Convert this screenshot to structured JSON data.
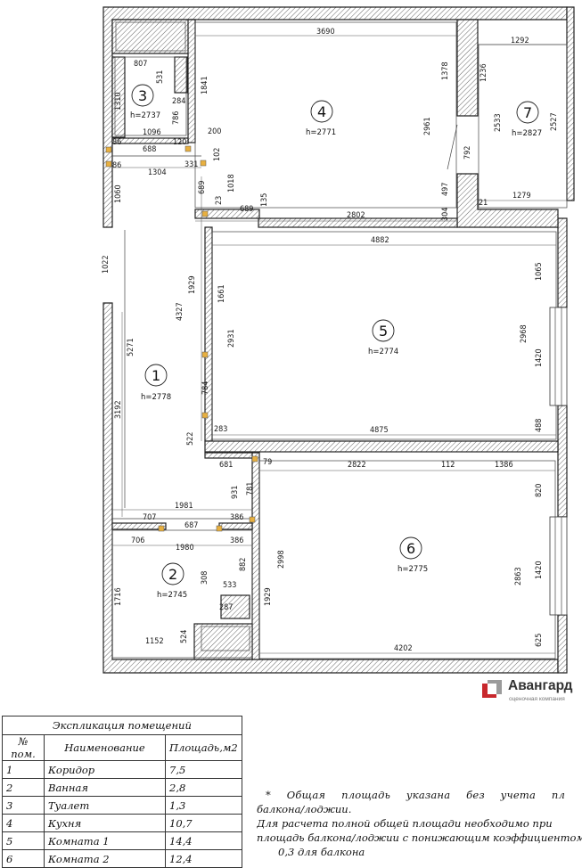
{
  "plan": {
    "rooms": [
      {
        "num": "1",
        "h": "h=2778"
      },
      {
        "num": "2",
        "h": "h=2745"
      },
      {
        "num": "3",
        "h": "h=2737"
      },
      {
        "num": "4",
        "h": "h=2771"
      },
      {
        "num": "5",
        "h": "h=2774"
      },
      {
        "num": "6",
        "h": "h=2775"
      },
      {
        "num": "7",
        "h": "h=2827"
      }
    ],
    "dims": {
      "d3690": "3690",
      "d1292": "1292",
      "d807": "807",
      "d531": "531",
      "d284": "284",
      "d1841": "1841",
      "d1310": "1310",
      "d786": "786",
      "d1096": "1096",
      "d200": "200",
      "d86a": "86",
      "d688": "688",
      "d120": "120",
      "d86b": "86",
      "d1304": "1304",
      "d331": "331",
      "d102": "102",
      "d1060": "1060",
      "d689a": "689",
      "d1018": "1018",
      "d23": "23",
      "d689b": "689",
      "d135": "135",
      "d2802": "2802",
      "d1378": "1378",
      "d1236": "1236",
      "d2533": "2533",
      "d2961": "2961",
      "d792": "792",
      "d2527": "2527",
      "d497": "497",
      "d304": "304",
      "d21": "21",
      "d1279": "1279",
      "d4882": "4882",
      "d1065": "1065",
      "d1022": "1022",
      "d1929a": "1929",
      "d1661": "1661",
      "d4327": "4327",
      "d2931": "2931",
      "d5271": "5271",
      "d2968": "2968",
      "d1420a": "1420",
      "d784": "784",
      "d3192": "3192",
      "d283": "283",
      "d4875": "4875",
      "d488": "488",
      "d522": "522",
      "d681": "681",
      "d79": "79",
      "d2822": "2822",
      "d112": "112",
      "d1386": "1386",
      "d931": "931",
      "d781": "781",
      "d820": "820",
      "d1981": "1981",
      "d707": "707",
      "d687": "687",
      "d386a": "386",
      "d706": "706",
      "d1980": "1980",
      "d386b": "386",
      "d2998": "2998",
      "d2863": "2863",
      "d1420b": "1420",
      "d882": "882",
      "d308": "308",
      "d533": "533",
      "d1716": "1716",
      "d1929b": "1929",
      "d287": "287",
      "d524": "524",
      "d1152": "1152",
      "d4202": "4202",
      "d625": "625"
    }
  },
  "logo": {
    "name": "Авангард",
    "sub": "оценочная компания"
  },
  "table": {
    "caption": "Экспликация помещений",
    "headers": [
      "№ пом.",
      "Наименование",
      "Площадь,м2"
    ],
    "rows": [
      [
        "1",
        "Коридор",
        "7,5"
      ],
      [
        "2",
        "Ванная",
        "2,8"
      ],
      [
        "3",
        "Туалет",
        "1,3"
      ],
      [
        "4",
        "Кухня",
        "10,7"
      ],
      [
        "5",
        "Комната 1",
        "14,4"
      ],
      [
        "6",
        "Комната 2",
        "12,4"
      ]
    ]
  },
  "note": {
    "line1": "*  Общая площадь указана без учета пл",
    "line2": "балкона/лоджии.",
    "line3": "Для расчета полной общей площади необходимо при",
    "line4": "площадь балкона/лоджии с понижающим коэффициентом",
    "line5": "0,3 для балкона"
  },
  "colors": {
    "wall": "#222222",
    "logo_red": "#c8282d",
    "logo_gray": "#8a8a8a"
  }
}
